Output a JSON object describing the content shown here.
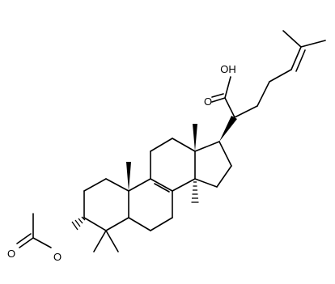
{
  "molecule": {
    "atom_labels": {
      "hydroxyl": "OH",
      "carbonyl_oxygen_acid": "O",
      "ester_oxygen": "O",
      "carbonyl_oxygen_ester": "O"
    }
  },
  "colors": {
    "background": "#ffffff",
    "bond": "#000000"
  }
}
